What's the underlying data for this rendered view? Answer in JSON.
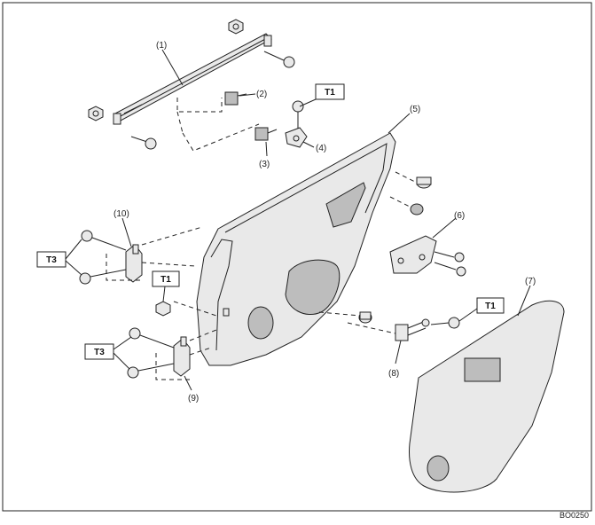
{
  "diagram": {
    "reference_code": "BO0250",
    "parts": [
      {
        "id": "1",
        "label": "(1)"
      },
      {
        "id": "2",
        "label": "(2)"
      },
      {
        "id": "3",
        "label": "(3)"
      },
      {
        "id": "4",
        "label": "(4)"
      },
      {
        "id": "5",
        "label": "(5)"
      },
      {
        "id": "6",
        "label": "(6)"
      },
      {
        "id": "7",
        "label": "(7)"
      },
      {
        "id": "8",
        "label": "(8)"
      },
      {
        "id": "9",
        "label": "(9)"
      },
      {
        "id": "10",
        "label": "(10)"
      }
    ],
    "torque_tags": [
      {
        "id": "t1-top",
        "label": "T1"
      },
      {
        "id": "t1-mid",
        "label": "T1"
      },
      {
        "id": "t1-right",
        "label": "T1"
      },
      {
        "id": "t3-upper",
        "label": "T3"
      },
      {
        "id": "t3-lower",
        "label": "T3"
      }
    ]
  }
}
